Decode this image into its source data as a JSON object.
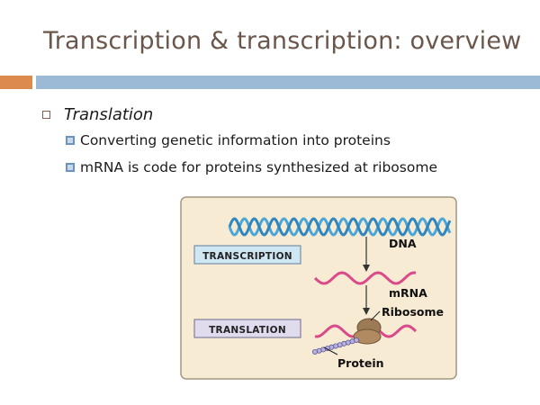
{
  "slide": {
    "title": "Transcription & transcription: overview",
    "bullet": "Translation",
    "sub_bullets": [
      "Converting genetic information into proteins",
      "mRNA is code for proteins synthesized at ribosome"
    ]
  },
  "figure": {
    "transcription_label": "TRANSCRIPTION",
    "translation_label": "TRANSLATION",
    "dna_label": "DNA",
    "mrna_label": "mRNA",
    "ribosome_label": "Ribosome",
    "protein_label": "Protein"
  },
  "colors": {
    "title": "#6b564b",
    "accent_orange": "#dd8a4e",
    "accent_blue": "#9cb9d6",
    "figure_bg": "#f7ebd3",
    "dna_strand": "#4aa6d8",
    "mrna_strand": "#d94a8b",
    "ribosome": "#9c7a55",
    "protein": "#9a93c9"
  }
}
